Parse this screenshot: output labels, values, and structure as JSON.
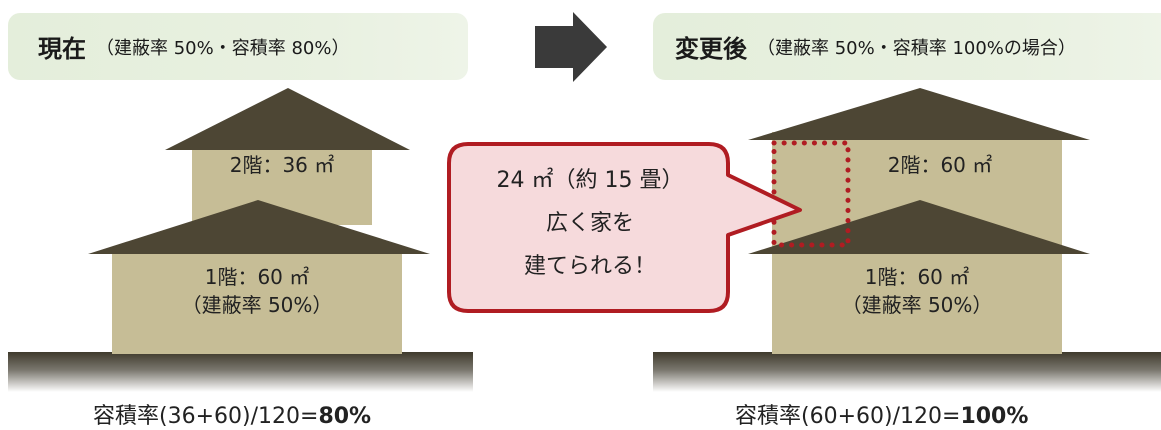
{
  "left_panel": {
    "title_main": "現在",
    "title_sub": "（建蔽率 50%・容積率 80%）",
    "floor2_label": "2階：36 ㎡",
    "floor1_label": "1階：60 ㎡",
    "floor1_note": "（建蔽率 50%）",
    "formula_prefix": "容積率(36+60)/120=",
    "formula_result": "80%"
  },
  "right_panel": {
    "title_main": "変更後",
    "title_sub": "（建蔽率 50%・容積率 100%の場合）",
    "floor2_label": "2階：60 ㎡",
    "floor1_label": "1階：60 ㎡",
    "floor1_note": "（建蔽率 50%）",
    "formula_prefix": "容積率(60+60)/120=",
    "formula_result": "100%"
  },
  "callout": {
    "line1": "24 ㎡（約 15 畳）",
    "line2": "広く家を",
    "line3": "建てられる！"
  },
  "colors": {
    "roof": "#4d4634",
    "wall": "#c6bd96",
    "ground_top": "#3f3a2c",
    "bubble_fill": "#f6dadc",
    "bubble_stroke": "#b01c22",
    "dotted": "#b01c22",
    "banner": "#e4eedb",
    "arrow": "#3a3a3a"
  }
}
